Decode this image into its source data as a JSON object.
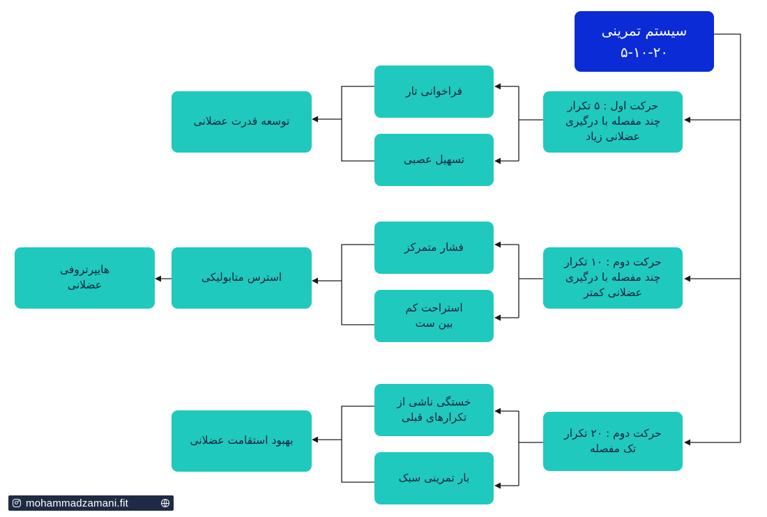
{
  "nodes": {
    "root": "سیستم تمرینی\n۵-۱۰-۲۰",
    "move1": "حرکت اول : ۵ تکرار\nچند مفصله با درگیری\nعضلانی زیاد",
    "fiber_recruit": "فراخوانی تار",
    "neural_facilitation": "تسهیل عصبی",
    "strength_dev": "توسعه قدرت عضلانی",
    "move2": "حرکت دوم : ۱۰ تکرار\nچند مفصله با درگیری\nعضلانی کمتر",
    "concentrated_pressure": "فشار متمرکز",
    "short_rest": "استراحت کم\nبین ست",
    "metabolic_stress": "استرس متابولیکی",
    "hypertrophy": "هایپرتروفی\nعضلانی",
    "move3": "حرکت دوم : ۲۰ تکرار\nتک مفصله",
    "fatigue": "خستگی ناشی از\nتکرارهای قبلی",
    "light_load": "بار تمرینی سبک",
    "endurance": "بهبود استقامت عضلانی"
  },
  "footer": {
    "handle": "mohammadzamani.fit",
    "icons": [
      "instagram-icon",
      "globe-icon"
    ]
  },
  "colors": {
    "root_fill": "#0b2bd6",
    "node_fill": "#1fc9bd",
    "node_text": "#14213a",
    "connector": "#1a1a1a",
    "footer_bg": "#1f2b44"
  }
}
